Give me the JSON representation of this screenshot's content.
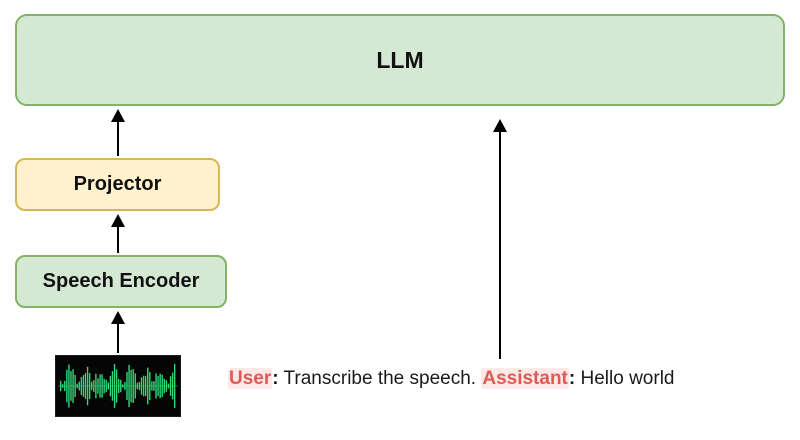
{
  "diagram": {
    "title": "speech-llm-architecture",
    "nodes": {
      "llm": {
        "label": "LLM"
      },
      "projector": {
        "label": "Projector"
      },
      "speech_encoder": {
        "label": "Speech Encoder"
      }
    },
    "prompt": {
      "user_label": "User",
      "user_colon": ":",
      "user_text": " Transcribe the speech. ",
      "assistant_label": "Assistant",
      "assistant_colon": ":",
      "assistant_text": " Hello world"
    },
    "icons": {
      "waveform": "audio-waveform-on-black"
    },
    "colors": {
      "node_green_fill": "#d5e8d4",
      "node_green_border": "#82b366",
      "node_yellow_fill": "#fff2cc",
      "node_yellow_border": "#d6b656",
      "role_text": "#e05a55",
      "waveform_green": "#2fd879",
      "arrow": "#000000"
    },
    "edges": [
      {
        "from": "waveform",
        "to": "speech_encoder",
        "direction": "up"
      },
      {
        "from": "speech_encoder",
        "to": "projector",
        "direction": "up"
      },
      {
        "from": "projector",
        "to": "llm",
        "direction": "up"
      },
      {
        "from": "prompt",
        "to": "llm",
        "direction": "up"
      }
    ]
  }
}
